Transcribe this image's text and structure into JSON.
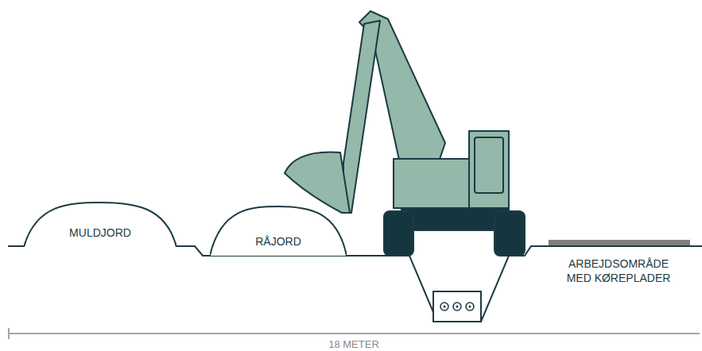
{
  "diagram": {
    "nodes": [
      {
        "text": [
          "MULDJORD"
        ]
      },
      {
        "text": [
          "RÅJORD"
        ]
      }
    ],
    "labels": [
      "ARBEJDSOMRÅDE MED KØREPLADER",
      "18 METER"
    ]
  }
}
